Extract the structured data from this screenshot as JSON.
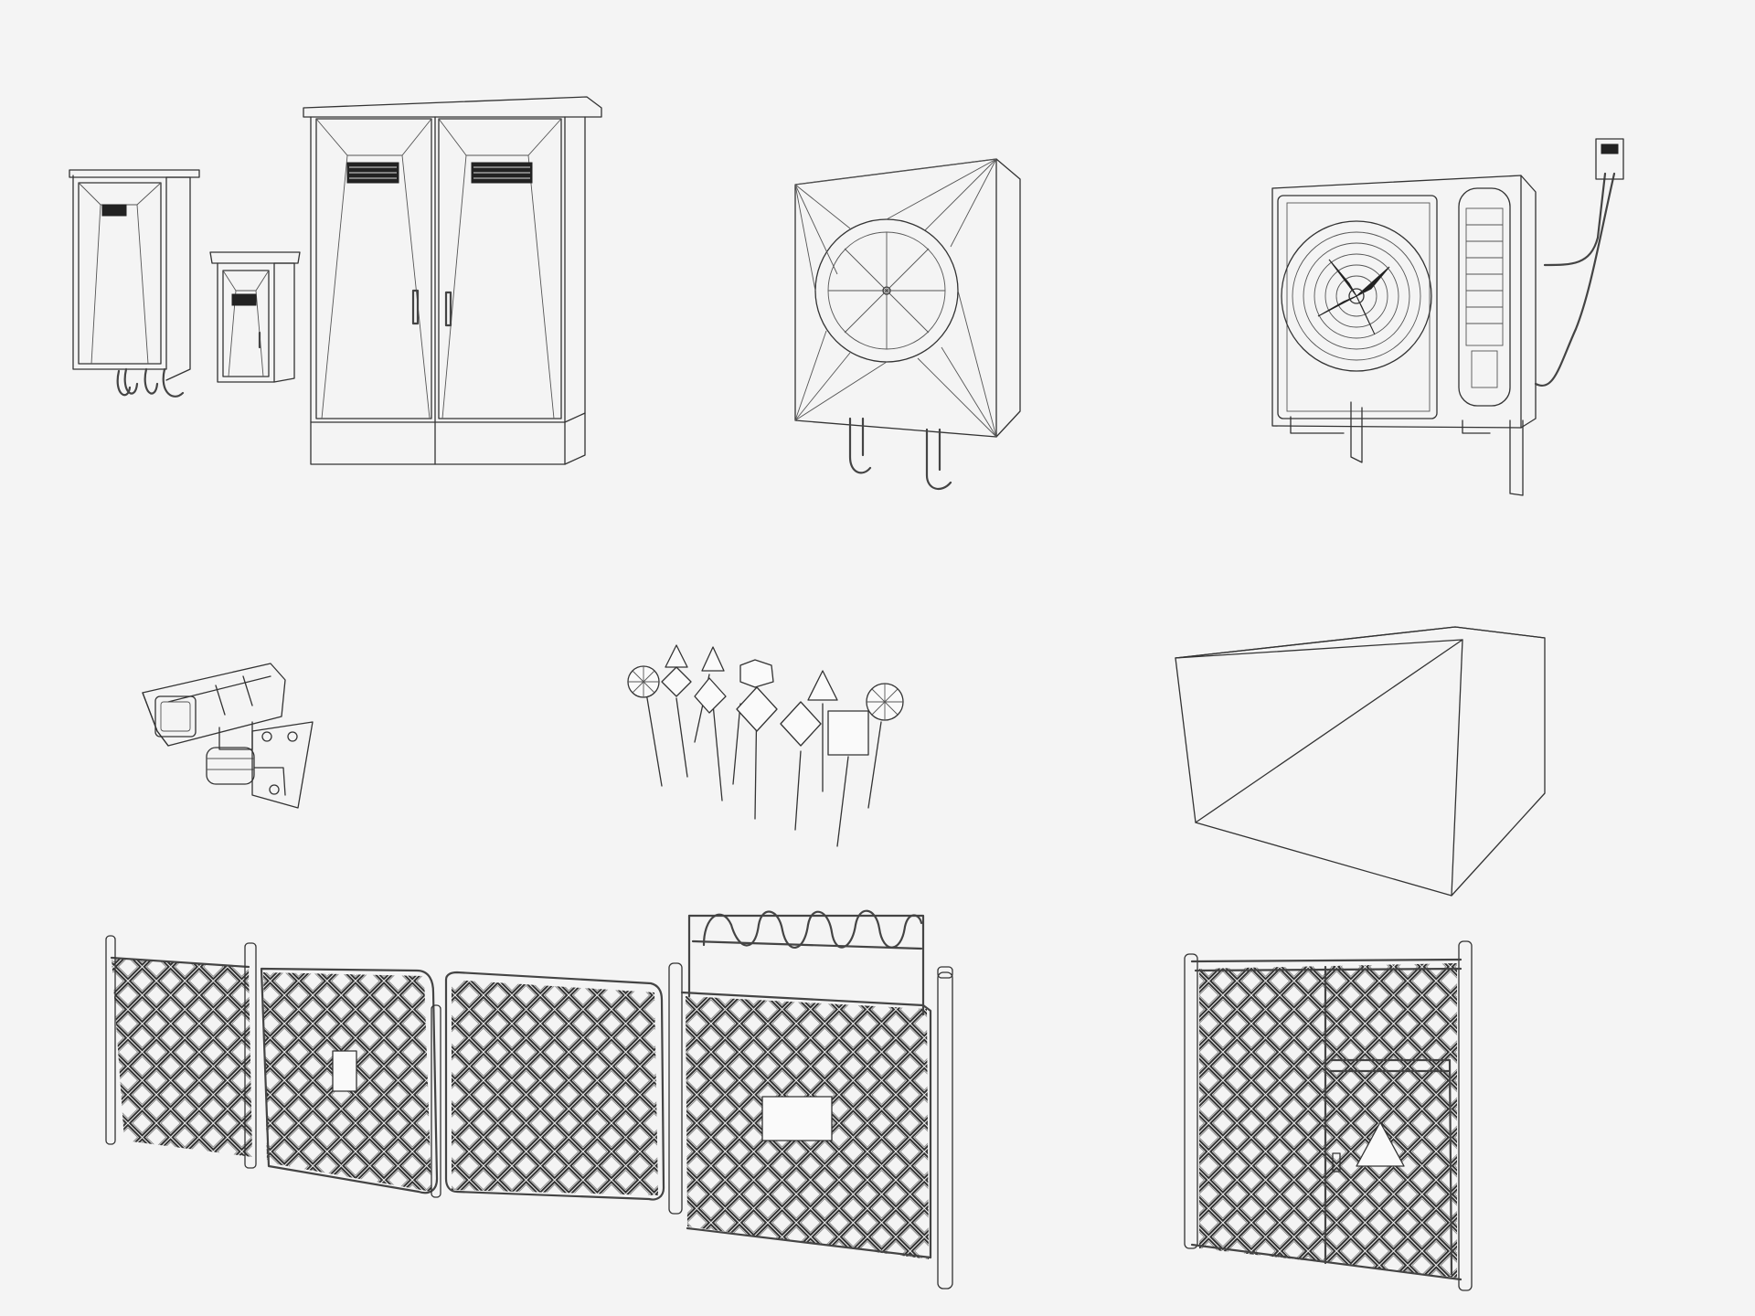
{
  "scene": {
    "background": "#f4f4f4",
    "line_color": "#333333",
    "style": "wireframe line drawing",
    "assets": [
      {
        "id": "electrical-box-tall",
        "icon": "electrical-box-icon"
      },
      {
        "id": "electrical-box-small",
        "icon": "electrical-box-icon"
      },
      {
        "id": "electrical-cabinet-double",
        "icon": "cabinet-icon"
      },
      {
        "id": "wall-exhaust-fan",
        "icon": "fan-icon"
      },
      {
        "id": "ac-outdoor-unit",
        "icon": "air-conditioner-icon"
      },
      {
        "id": "security-camera",
        "icon": "camera-icon"
      },
      {
        "id": "small-signs",
        "icon": "sign-icon"
      },
      {
        "id": "box-block",
        "icon": "box-icon"
      },
      {
        "id": "chain-link-fence-run",
        "icon": "fence-icon"
      },
      {
        "id": "chain-link-gate",
        "icon": "gate-icon"
      }
    ]
  }
}
